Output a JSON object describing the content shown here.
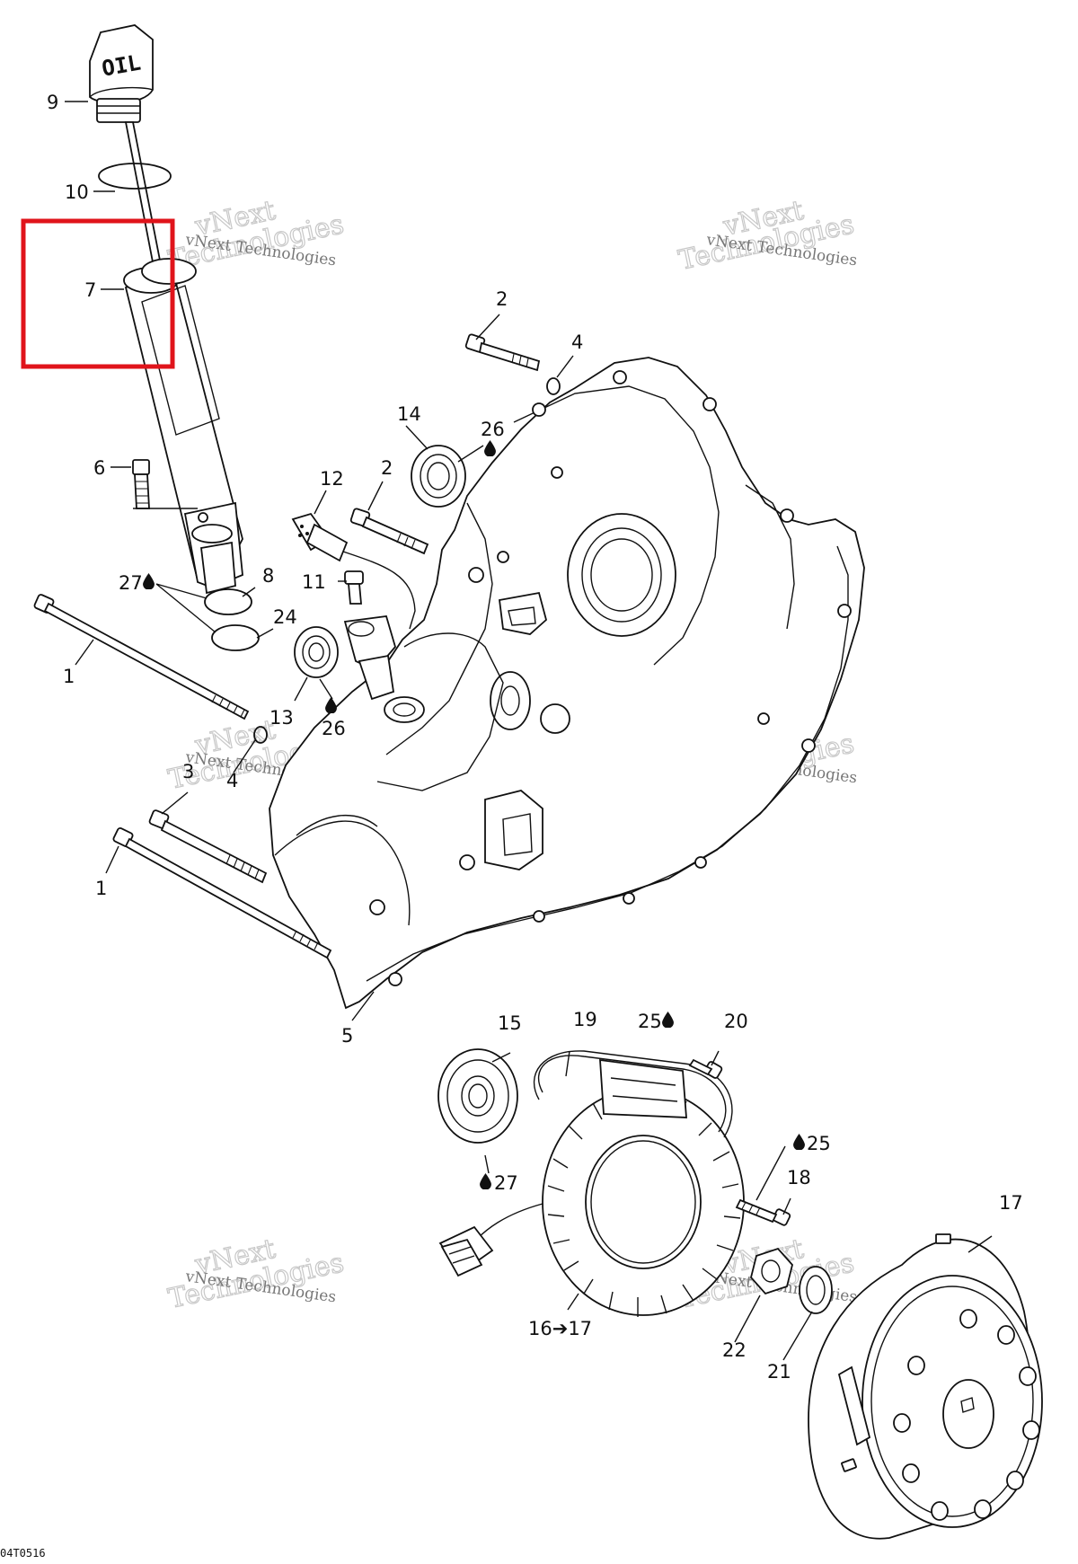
{
  "diagram_id": "04T0516",
  "cap_text": "OIL",
  "highlight_color": "#e0141b",
  "watermark": {
    "line1": "vNext Technologies",
    "line2a": "vNext",
    "line2b": "Technologies"
  },
  "callouts": [
    {
      "id": "c9",
      "text": "9"
    },
    {
      "id": "c10",
      "text": "10"
    },
    {
      "id": "c7",
      "text": "7"
    },
    {
      "id": "c6",
      "text": "6"
    },
    {
      "id": "c27a",
      "text": "27"
    },
    {
      "id": "c8",
      "text": "8"
    },
    {
      "id": "c24",
      "text": "24"
    },
    {
      "id": "c1a",
      "text": "1"
    },
    {
      "id": "c12",
      "text": "12"
    },
    {
      "id": "c11",
      "text": "11"
    },
    {
      "id": "c2a",
      "text": "2"
    },
    {
      "id": "c4a",
      "text": "4"
    },
    {
      "id": "c14",
      "text": "14"
    },
    {
      "id": "c26a",
      "text": "26"
    },
    {
      "id": "c2b",
      "text": "2"
    },
    {
      "id": "c13",
      "text": "13"
    },
    {
      "id": "c26b",
      "text": "26"
    },
    {
      "id": "c3",
      "text": "3"
    },
    {
      "id": "c4b",
      "text": "4"
    },
    {
      "id": "c1b",
      "text": "1"
    },
    {
      "id": "c5",
      "text": "5"
    },
    {
      "id": "c15",
      "text": "15"
    },
    {
      "id": "c19",
      "text": "19"
    },
    {
      "id": "c25a",
      "text": "25"
    },
    {
      "id": "c20",
      "text": "20"
    },
    {
      "id": "c27b",
      "text": "27"
    },
    {
      "id": "c25b",
      "text": "25"
    },
    {
      "id": "c18",
      "text": "18"
    },
    {
      "id": "c17",
      "text": "17"
    },
    {
      "id": "c1617",
      "text": "16➔17"
    },
    {
      "id": "c22",
      "text": "22"
    },
    {
      "id": "c21",
      "text": "21"
    }
  ]
}
